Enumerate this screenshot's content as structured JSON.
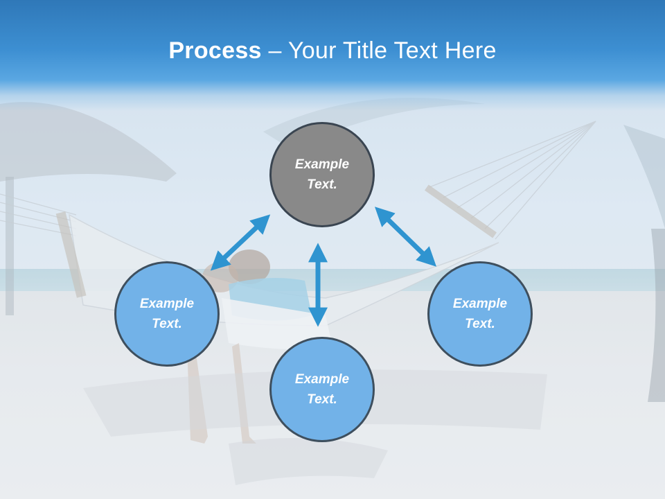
{
  "title": {
    "bold": "Process",
    "separator": " – ",
    "rest": "Your Title Text Here"
  },
  "nodes": {
    "top": {
      "line1": "Example",
      "line2": "Text."
    },
    "left": {
      "line1": "Example",
      "line2": "Text."
    },
    "bottom": {
      "line1": "Example",
      "line2": "Text."
    },
    "right": {
      "line1": "Example",
      "line2": "Text."
    }
  },
  "colors": {
    "title_band": "#3d8fd2",
    "center_node": "#898989",
    "outer_nodes": "#72b2e8",
    "arrows": "#2f94d0",
    "node_border": "#3a4551"
  },
  "icons": {
    "arrows": "double-headed-arrow"
  }
}
